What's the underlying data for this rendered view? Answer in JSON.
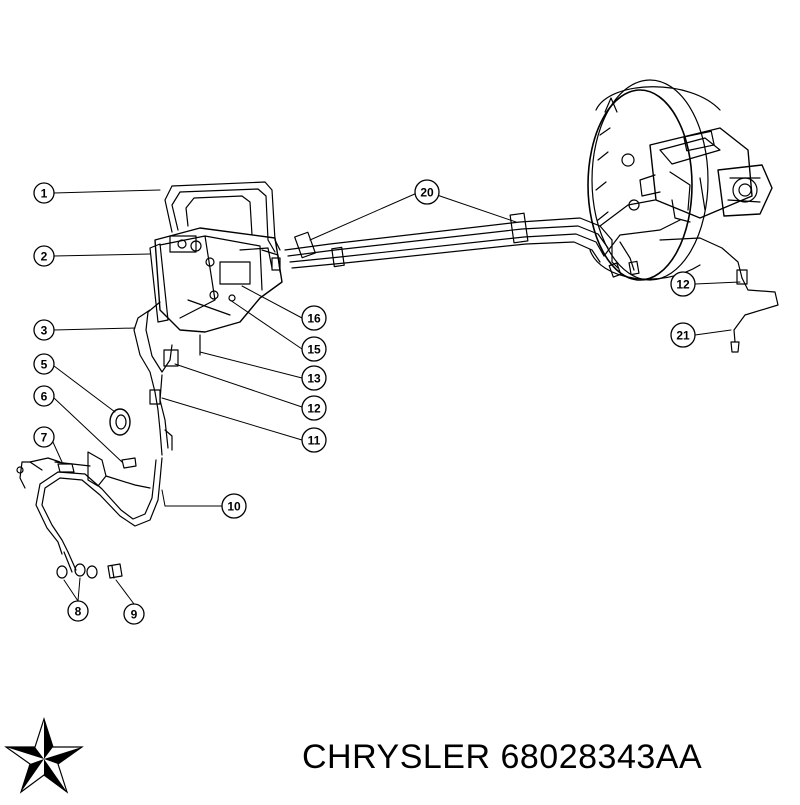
{
  "callouts": {
    "c1": "1",
    "c2": "2",
    "c3": "3",
    "c4": "5",
    "c5": "6",
    "c6": "7",
    "c7": "8",
    "c8": "9",
    "c9": "10",
    "c10": "11",
    "c11": "12",
    "c12": "13",
    "c13": "15",
    "c14": "16",
    "c15": "20",
    "c16": "12",
    "c17": "21"
  },
  "caption": "CHRYSLER 68028343AA",
  "logo": "chrysler-pentastar-logo",
  "colors": {
    "line": "#000000",
    "background": "#ffffff"
  }
}
